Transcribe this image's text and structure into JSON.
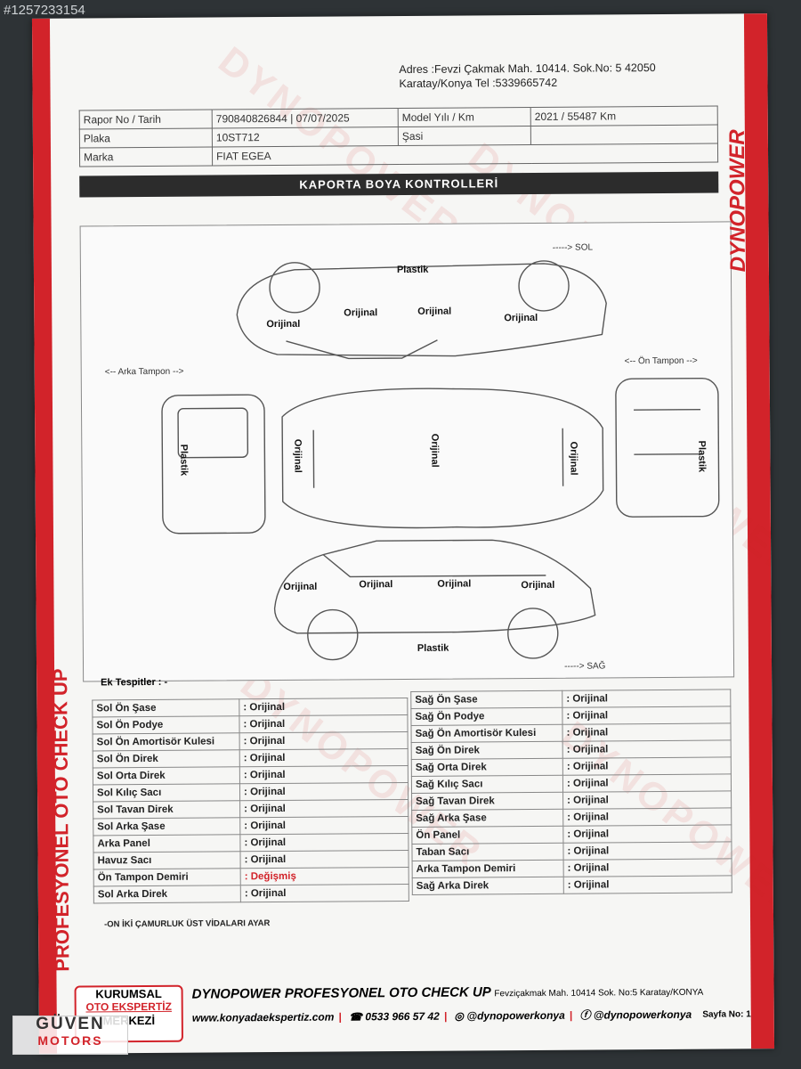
{
  "listing_id": "#1257233154",
  "header": {
    "address_line1": "Adres :Fevzi Çakmak Mah. 10414. Sok.No: 5  42050",
    "address_line2": "Karatay/Konya Tel :5339665742"
  },
  "info": {
    "rapor_label": "Rapor No / Tarih",
    "rapor_value": "790840826844 | 07/07/2025",
    "model_label": "Model Yılı / Km",
    "model_value": "2021 / 55487 Km",
    "plaka_label": "Plaka",
    "plaka_value": "10ST712",
    "sasi_label": "Şasi",
    "sasi_value": "",
    "marka_label": "Marka",
    "marka_value": "FIAT EGEA"
  },
  "section_title": "KAPORTA BOYA KONTROLLERİ",
  "diagram": {
    "sol": "-----> SOL",
    "sag": "-----> SAĞ",
    "arka_tampon": "<-- Arka Tampon -->",
    "on_tampon": "<-- Ön Tampon -->",
    "plastik": "Plastik",
    "orijinal": "Orijinal"
  },
  "ek_tespitler": "Ek Tespitler : -",
  "left_parts": [
    {
      "name": "Sol Ön Şase",
      "value": ": Orijinal"
    },
    {
      "name": "Sol Ön Podye",
      "value": ": Orijinal"
    },
    {
      "name": "Sol Ön Amortisör Kulesi",
      "value": ": Orijinal"
    },
    {
      "name": "Sol Ön Direk",
      "value": ": Orijinal"
    },
    {
      "name": "Sol Orta Direk",
      "value": ": Orijinal"
    },
    {
      "name": "Sol Kılıç Sacı",
      "value": ": Orijinal"
    },
    {
      "name": "Sol Tavan Direk",
      "value": ": Orijinal"
    },
    {
      "name": "Sol Arka Şase",
      "value": ": Orijinal"
    },
    {
      "name": "Arka Panel",
      "value": ": Orijinal"
    },
    {
      "name": "Havuz Sacı",
      "value": ": Orijinal"
    },
    {
      "name": "Ön Tampon Demiri",
      "value": ": Değişmiş"
    },
    {
      "name": "Sol Arka Direk",
      "value": ": Orijinal"
    }
  ],
  "right_parts": [
    {
      "name": "Sağ Ön Şase",
      "value": ": Orijinal"
    },
    {
      "name": "Sağ Ön Podye",
      "value": ": Orijinal"
    },
    {
      "name": "Sağ Ön Amortisör Kulesi",
      "value": ": Orijinal"
    },
    {
      "name": "Sağ Ön Direk",
      "value": ": Orijinal"
    },
    {
      "name": "Sağ Orta Direk",
      "value": ": Orijinal"
    },
    {
      "name": "Sağ Kılıç Sacı",
      "value": ": Orijinal"
    },
    {
      "name": "Sağ Tavan Direk",
      "value": ": Orijinal"
    },
    {
      "name": "Sağ Arka Şase",
      "value": ": Orijinal"
    },
    {
      "name": "Ön Panel",
      "value": ": Orijinal"
    },
    {
      "name": "Taban Sacı",
      "value": ": Orijinal"
    },
    {
      "name": "Arka Tampon Demiri",
      "value": ": Orijinal"
    },
    {
      "name": "Sağ Arka Direk",
      "value": ": Orijinal"
    }
  ],
  "note": "-ON İKİ ÇAMURLUK ÜST VİDALARI AYAR",
  "vertical_title": "PROFESYONEL OTO CHECK UP",
  "brand_dyno": "DYNO",
  "brand_power": "POWER",
  "watermark": "DYNOPOWER",
  "footer": {
    "kurumsal_1": "KURUMSAL",
    "kurumsal_2": "OTO EKSPERTİZ",
    "kurumsal_3": "MERKEZİ",
    "brand": "DYNOPOWER",
    "tagline": "PROFESYONEL OTO CHECK UP",
    "address": "Fevziçakmak Mah. 10414 Sok. No:5 Karatay/KONYA",
    "website": "www.konyadaekspertiz.com",
    "phone": "0533 966 57 42",
    "instagram": "@dynopowerkonya",
    "facebook": "@dynopowerkonya",
    "sayfa": "Sayfa No: 1"
  },
  "dealer": {
    "line1": "GÜVEN",
    "line2": "MOTORS"
  },
  "colors": {
    "accent": "#d2232a",
    "bar": "#2c2c2c"
  }
}
